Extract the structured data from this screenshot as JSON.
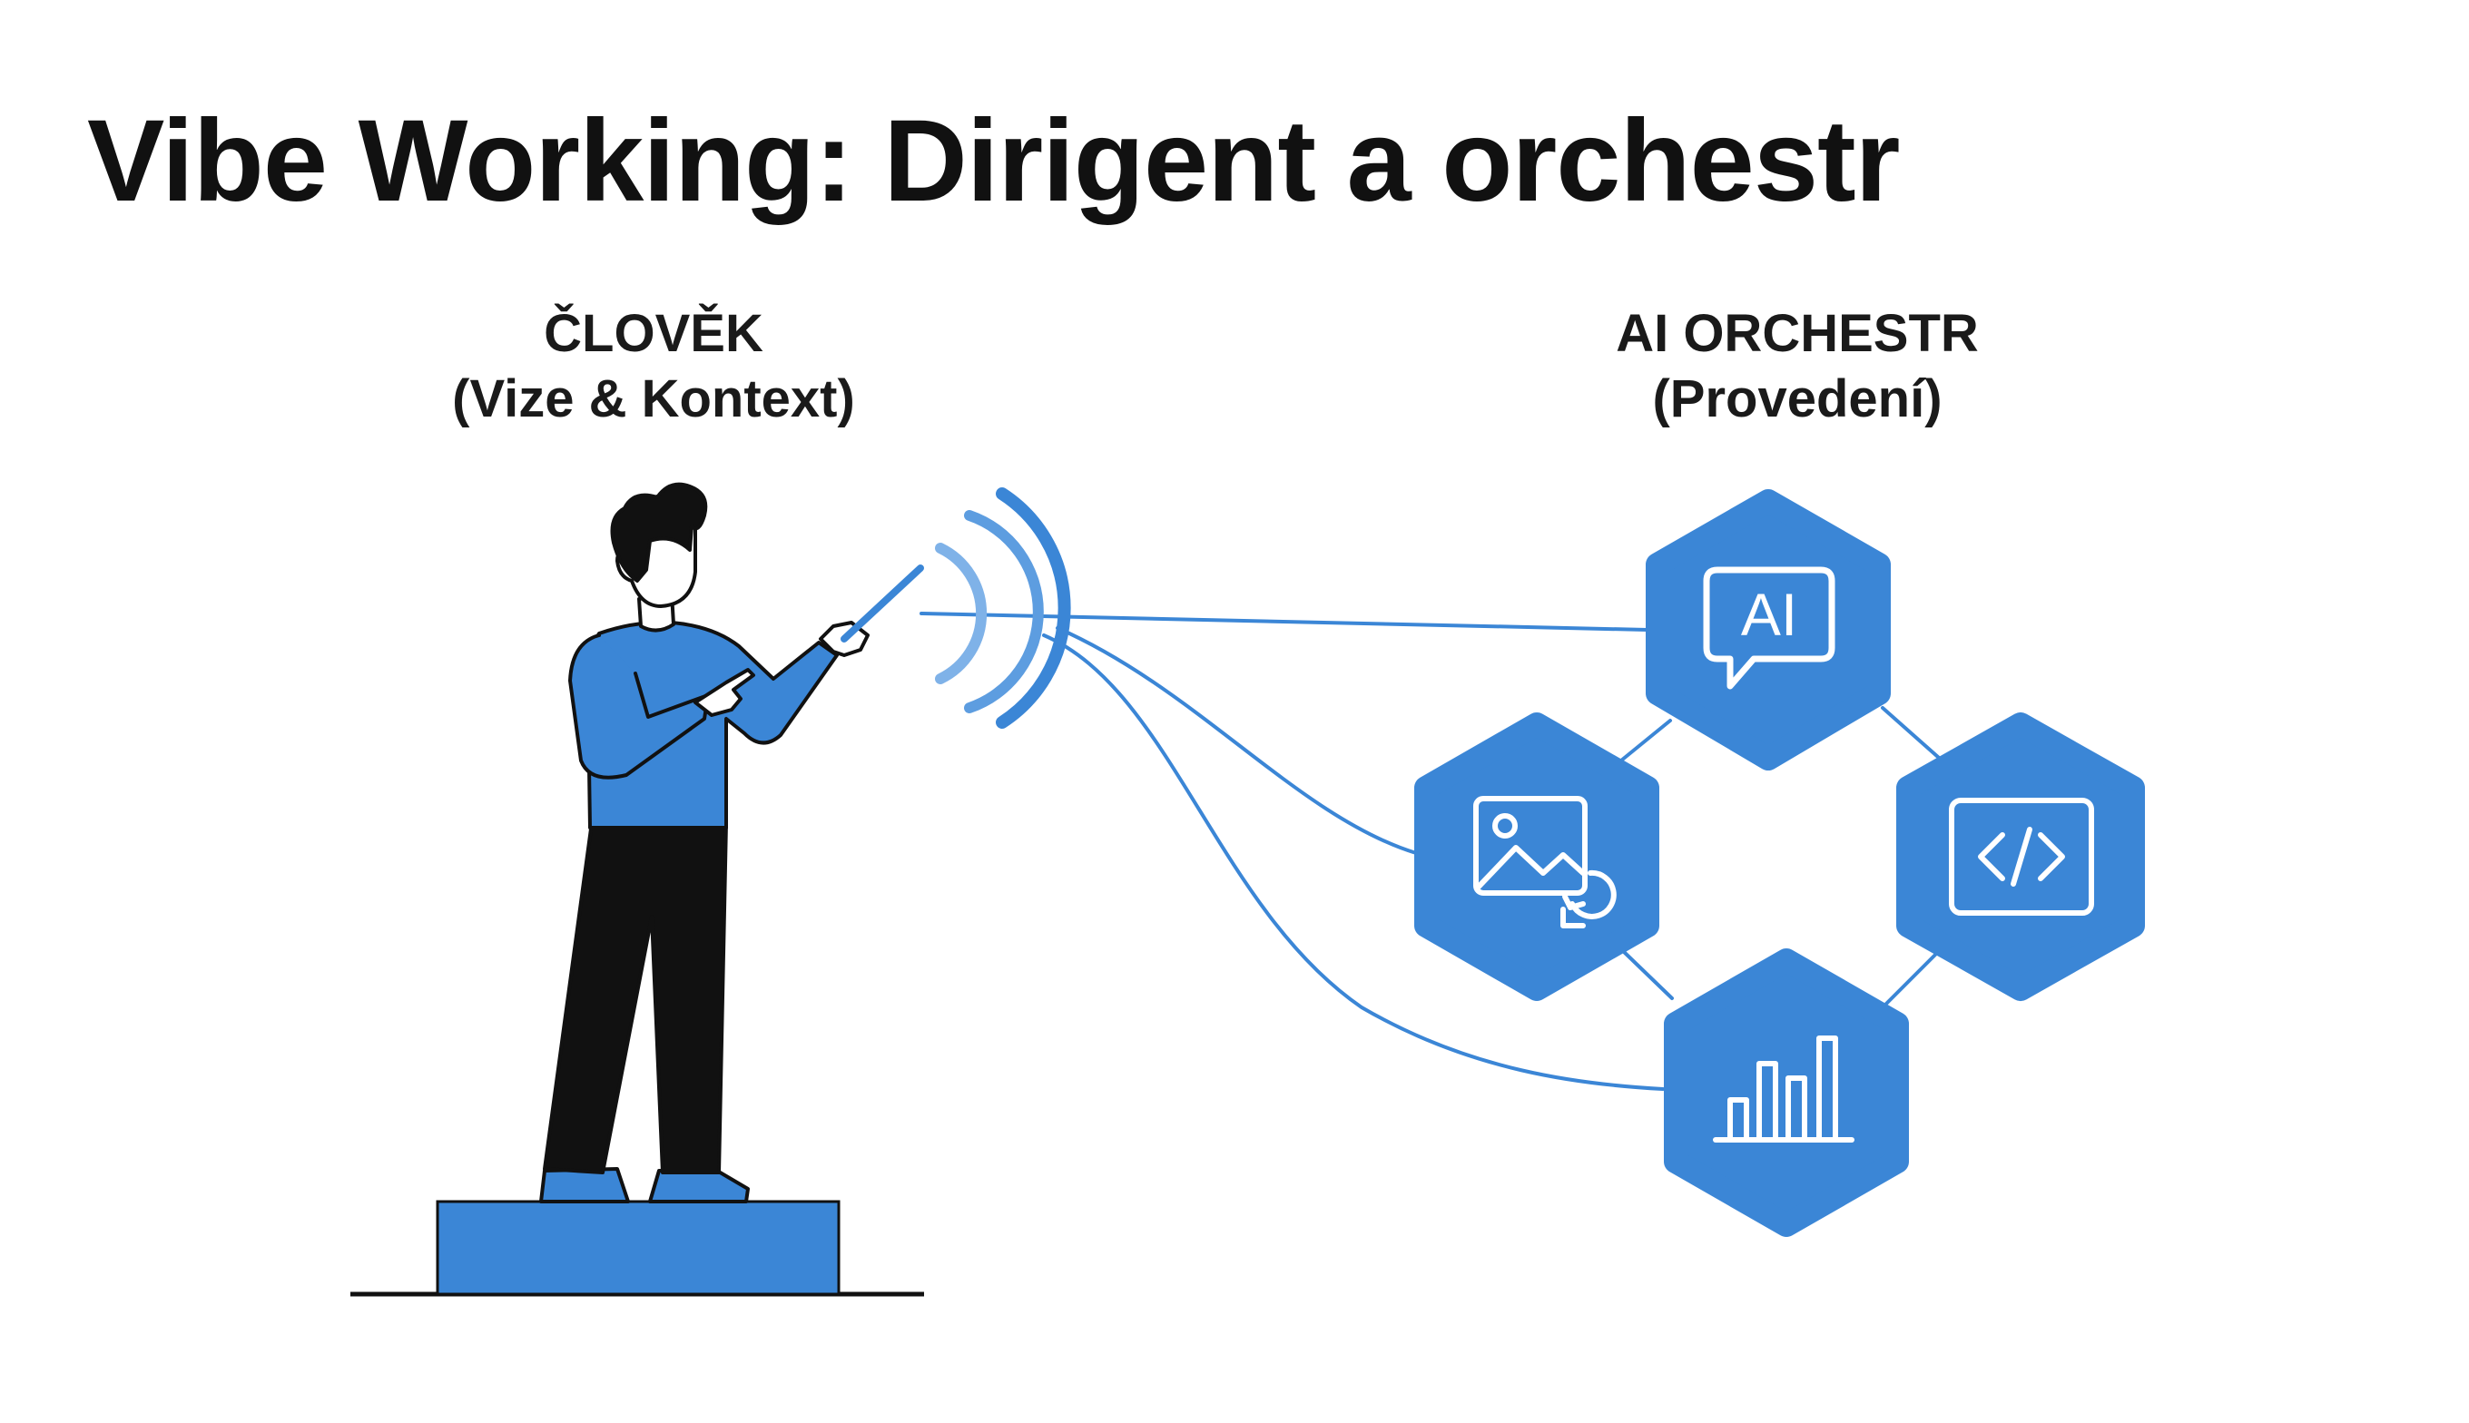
{
  "title": "Vibe Working: Dirigent a orchestr",
  "human": {
    "title": "ČLOVĚK",
    "subtitle": "(Vize & Kontext)"
  },
  "orchestra": {
    "title": "AI ORCHESTR",
    "subtitle": "(Provedení)",
    "ai_icon_text": "AI"
  },
  "colors": {
    "accent": "#3b86d6",
    "accent_light": "#5d9de0",
    "dark": "#111111",
    "background": "#ffffff"
  },
  "nodes": [
    {
      "name": "ai-chat-node",
      "icon": "ai-chat-icon"
    },
    {
      "name": "image-node",
      "icon": "image-icon"
    },
    {
      "name": "code-node",
      "icon": "code-icon"
    },
    {
      "name": "chart-node",
      "icon": "bar-chart-icon"
    }
  ]
}
